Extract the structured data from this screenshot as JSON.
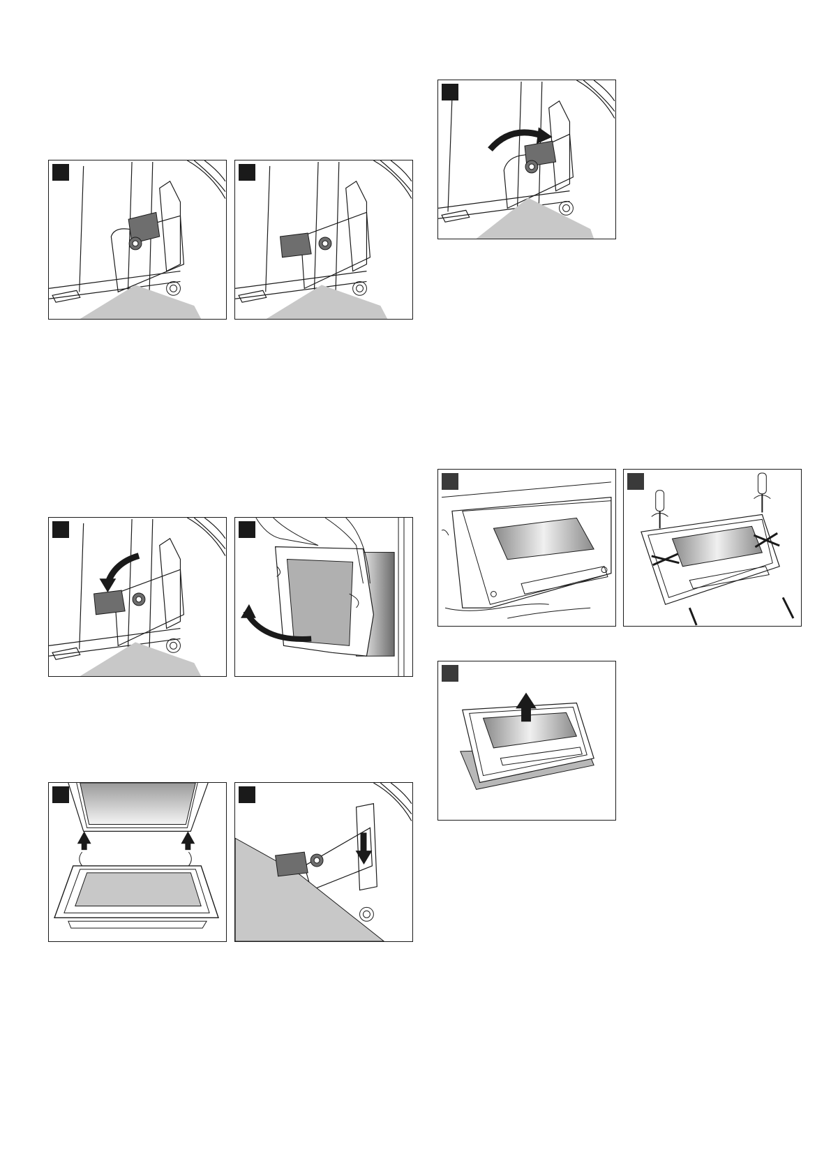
{
  "page": {
    "background": "#ffffff",
    "ink_color": "#1a1a1a",
    "part_color": "#6e6e6e",
    "surface_fill": "#c8c8c8",
    "glass_fill": "#b0b0b0"
  },
  "figures": [
    {
      "id": "hinge-lever-up",
      "icon": "hinge-lever-open-illustration"
    },
    {
      "id": "hinge-lever-down",
      "icon": "hinge-lever-closed-illustration"
    },
    {
      "id": "hinge-lever-flip-up",
      "icon": "hinge-lever-rotate-up-illustration"
    },
    {
      "id": "hinge-lever-flip-down",
      "icon": "hinge-lever-rotate-down-illustration"
    },
    {
      "id": "door-removal",
      "icon": "door-lift-out-illustration"
    },
    {
      "id": "door-glass-panel",
      "icon": "door-inner-glass-illustration"
    },
    {
      "id": "door-screws",
      "icon": "door-screwdriver-illustration"
    },
    {
      "id": "door-lift-glass",
      "icon": "glass-lift-up-illustration"
    },
    {
      "id": "door-rehang",
      "icon": "door-rehang-illustration"
    },
    {
      "id": "hinge-lock",
      "icon": "hinge-lever-push-down-illustration"
    }
  ]
}
